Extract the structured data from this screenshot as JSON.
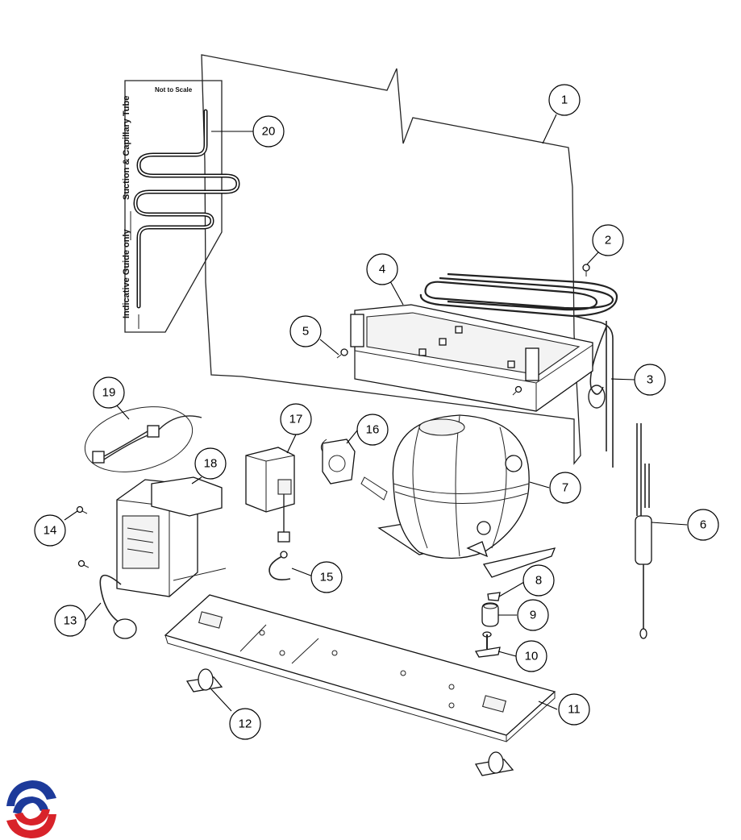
{
  "guide": {
    "not_to_scale": "Not to Scale",
    "suction_tube": "Suction & Capillary Tube",
    "indicative": "Indicative Guide only"
  },
  "callouts": [
    {
      "num": "1",
      "part": "cabinet-back-panel"
    },
    {
      "num": "2",
      "part": "screw"
    },
    {
      "num": "3",
      "part": "condenser-coil"
    },
    {
      "num": "4",
      "part": "drain-pan"
    },
    {
      "num": "5",
      "part": "screw"
    },
    {
      "num": "6",
      "part": "drier-filter"
    },
    {
      "num": "7",
      "part": "compressor"
    },
    {
      "num": "8",
      "part": "clip"
    },
    {
      "num": "9",
      "part": "grommet"
    },
    {
      "num": "10",
      "part": "mounting-pin"
    },
    {
      "num": "11",
      "part": "base-plate"
    },
    {
      "num": "12",
      "part": "roller"
    },
    {
      "num": "13",
      "part": "overload-protector"
    },
    {
      "num": "14",
      "part": "screw"
    },
    {
      "num": "15",
      "part": "power-cord-lead"
    },
    {
      "num": "16",
      "part": "relay"
    },
    {
      "num": "17",
      "part": "starter-relay-assembly"
    },
    {
      "num": "18",
      "part": "control-box"
    },
    {
      "num": "19",
      "part": "wiring-harness"
    },
    {
      "num": "20",
      "part": "suction-capillary-tube"
    }
  ],
  "colors": {
    "line": "#111111",
    "logo_blue": "#1d3a9a",
    "logo_red": "#d8232a"
  }
}
